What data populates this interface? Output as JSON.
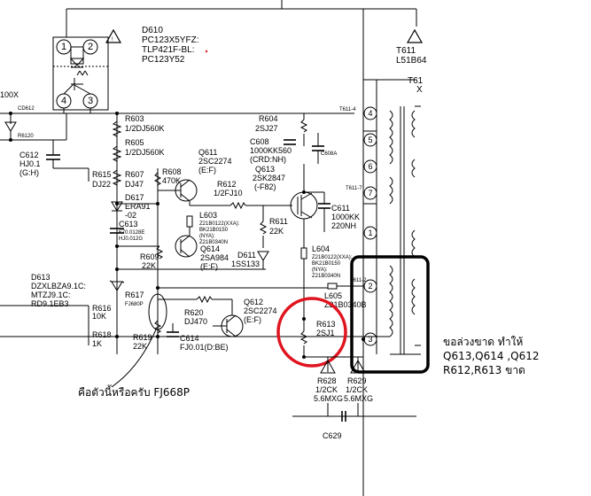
{
  "ic": {
    "ref": "D610",
    "parts": [
      "PC123X5YFZ:",
      "TLP421F-BL:",
      "PC123Y52"
    ],
    "pins": [
      "1",
      "2",
      "4",
      "3"
    ]
  },
  "left_labels": {
    "top_cut": "100X",
    "c612": [
      "C612",
      "HJ0.1",
      "(G:H)"
    ],
    "d613": [
      "D613",
      "DZXLBZA9.1C:",
      "MTZJ9.1C:",
      "RD9.1EB3"
    ]
  },
  "components": {
    "r603": [
      "R603",
      "1/2DJ560K"
    ],
    "r605": [
      "R605",
      "1/2DJ560K"
    ],
    "r615": [
      "R615",
      "DJ22"
    ],
    "r607": [
      "R607",
      "DJ47"
    ],
    "r608": [
      "R608",
      "470K"
    ],
    "d617": [
      "D617",
      "ERA91",
      "-02"
    ],
    "c613": [
      "C613",
      "F70.0128E",
      "HJ0.012G"
    ],
    "r609": [
      "R609",
      "22K"
    ],
    "r617": [
      "R617",
      "FJ680P"
    ],
    "r616": [
      "R616",
      "10K"
    ],
    "r618": [
      "R618",
      "1K"
    ],
    "r619": [
      "R619",
      "22K"
    ],
    "r620": [
      "R620",
      "DJ470"
    ],
    "c614": [
      "C614",
      "FJ0.01(D:BE)"
    ],
    "q611": [
      "Q611",
      "2SC2274",
      "(E:F)"
    ],
    "r612": [
      "R612",
      "1/2FJ10"
    ],
    "l603": [
      "L603",
      "Z21B0122(XXA):",
      "BK21B0150",
      "(NYA):",
      "Z21B0340N"
    ],
    "q614": [
      "Q614",
      "2SA984",
      "(E:F)"
    ],
    "q612": [
      "Q612",
      "2SC2274",
      "(E:F)"
    ],
    "r604": [
      "R604",
      "2SJ27"
    ],
    "c608": [
      "C608",
      "1000KK560",
      "(CRD:NH)"
    ],
    "q613": [
      "Q613",
      "2SK2847",
      "(-F82)"
    ],
    "r611": [
      "R611",
      "22K"
    ],
    "d611": [
      "D611",
      "1SS133"
    ],
    "c611": [
      "C611",
      "1000KK",
      "220NH"
    ],
    "l604": [
      "L604",
      "Z21B0122(XXA):",
      "BK21B0150",
      "(NYA):",
      "Z21B0340N"
    ],
    "l605": [
      "L605",
      "Z21B0340B"
    ],
    "r613": [
      "R613",
      "2SJ1"
    ],
    "r628": [
      "R628",
      "1/2CK",
      "5.6MXG"
    ],
    "r629": [
      "R629",
      "1/2CK",
      "5.6MXG"
    ],
    "c629": "C629"
  },
  "transformer": {
    "ref": "T611",
    "top_cut": "T61",
    "sub": "L51B64",
    "x_cut": "X",
    "pins": [
      "4",
      "5",
      "6",
      "7",
      "1",
      "2",
      "3"
    ]
  },
  "annotations": {
    "handwritten": "คือตัวนี้หรือครับ  FJ668P",
    "note_lines": [
      "ขอล่วงขาด ทำให้",
      "Q613,Q614 ,Q612",
      "R612,R613 ขาด"
    ]
  },
  "colors": {
    "highlight_circle": "#e0141e",
    "box": "#000000",
    "red_dot": "#e0141e"
  }
}
